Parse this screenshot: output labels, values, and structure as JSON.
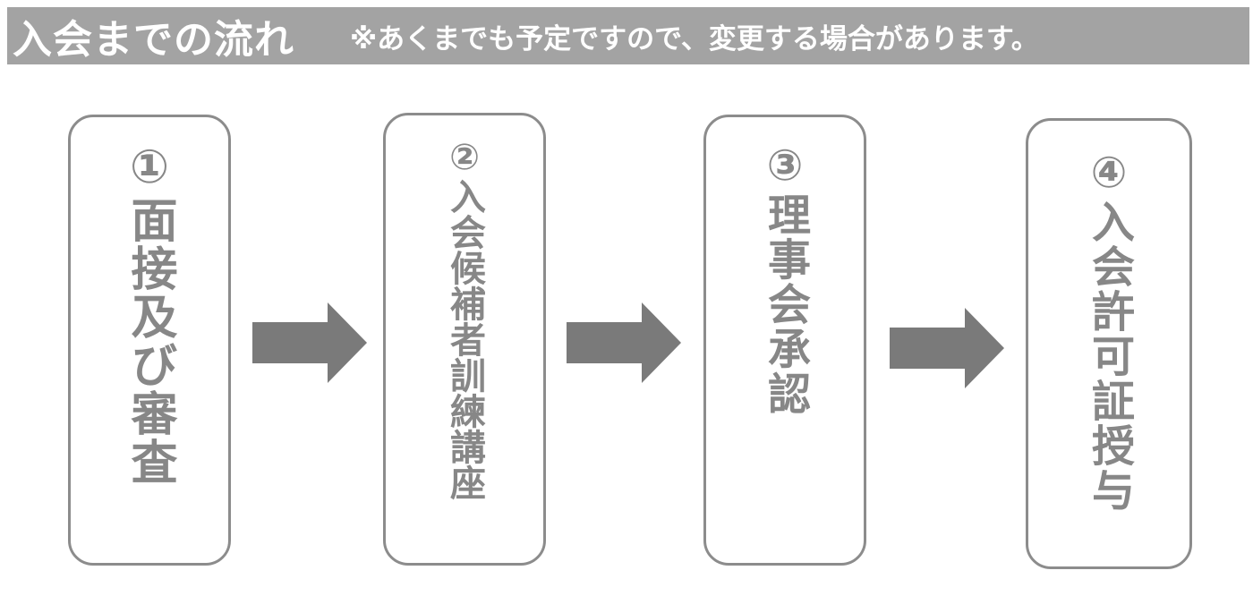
{
  "header": {
    "title": "入会までの流れ",
    "note": "※あくまでも予定ですので、変更する場合があります。"
  },
  "steps": [
    {
      "number": "①",
      "label": "面接及び審査"
    },
    {
      "number": "②",
      "label": "入会候補者訓練講座"
    },
    {
      "number": "③",
      "label": "理事会承認"
    },
    {
      "number": "④",
      "label": "入会許可証授与"
    }
  ],
  "colors": {
    "banner": "#a3a3a3",
    "banner_text": "#ffffff",
    "box_border": "#8c8c8c",
    "step_text": "#878787",
    "arrow": "#7a7a7a"
  },
  "icons": {
    "arrow": "arrow-right-icon"
  }
}
